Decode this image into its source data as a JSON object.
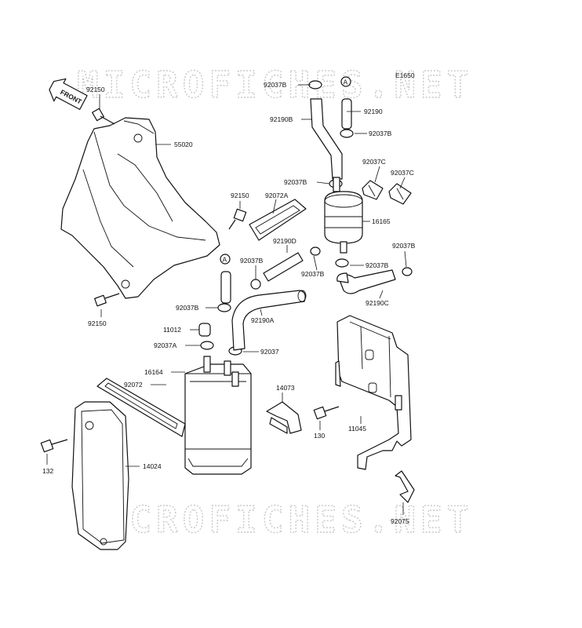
{
  "watermark": "MICROFICHES.NET",
  "figure_code": "E1650",
  "front_label": "FRONT",
  "ref_mark": "A",
  "labels": {
    "p92150_top": "92150",
    "p55020": "55020",
    "p92150_mid": "92150",
    "p92072A": "92072A",
    "p92150_low": "92150",
    "p92037B_a": "92037B",
    "p92190B": "92190B",
    "p92190": "92190",
    "p92037B_b": "92037B",
    "p92037C_a": "92037C",
    "p92037C_b": "92037C",
    "p92037B_c": "92037B",
    "p16165": "16165",
    "p92190D": "92190D",
    "p92037B_d": "92037B",
    "p92037B_e": "92037B",
    "p92037B_f": "92037B",
    "p92037B_g": "92037B",
    "p92190C": "92190C",
    "p92037B_h": "92037B",
    "p92190A": "92190A",
    "p11012": "11012",
    "p92037A": "92037A",
    "p92037": "92037",
    "p16164": "16164",
    "p92072": "92072",
    "p14073": "14073",
    "p130": "130",
    "p11045": "11045",
    "p132": "132",
    "p14024": "14024",
    "p92075": "92075"
  }
}
